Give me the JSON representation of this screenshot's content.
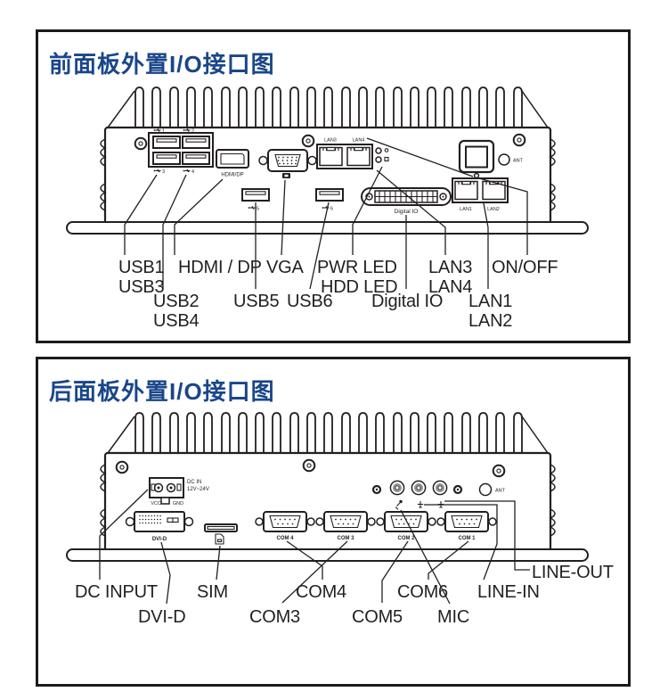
{
  "colors": {
    "title": "#19468a",
    "ink": "#231f20",
    "jack_ring": "#919396"
  },
  "front": {
    "title": "前面板外置I/O接口图",
    "silkscreen": {
      "usb1": "1",
      "usb2": "2",
      "usb3": "3",
      "usb4": "4",
      "hdmi": "HDMI/DP",
      "usb5": "5",
      "usb6": "6",
      "lan3": "LAN3",
      "lan4": "LAN4",
      "digital_io": "Digital IO",
      "ant": "ANT",
      "lan1": "LAN1",
      "lan2": "LAN2"
    },
    "callouts": {
      "usb13_line1": "USB1",
      "usb13_line2": "USB3",
      "usb24_line1": "USB2",
      "usb24_line2": "USB4",
      "hdmi": "HDMI / DP",
      "vga": "VGA",
      "pwr_led": "PWR LED",
      "hdd_led": "HDD LED",
      "lan34_line1": "LAN3",
      "lan34_line2": "LAN4",
      "onoff": "ON/OFF",
      "usb5": "USB5",
      "usb6": "USB6",
      "digital_io": "Digital IO",
      "lan12_line1": "LAN1",
      "lan12_line2": "LAN2"
    }
  },
  "rear": {
    "title": "后面板外置I/O接口图",
    "silkscreen": {
      "dc_in_line1": "DC IN",
      "dc_in_line2": "12V~24V",
      "vcc": "VCC",
      "gnd": "GND",
      "dvi": "DVI-D",
      "com4": "COM 4",
      "com3": "COM 3",
      "com2": "COM 2",
      "com1": "COM 1",
      "ant": "ANT"
    },
    "callouts": {
      "dc_input": "DC INPUT",
      "dvi": "DVI-D",
      "sim": "SIM",
      "com4": "COM4",
      "com3": "COM3",
      "com5": "COM5",
      "com6": "COM6",
      "mic": "MIC",
      "line_in": "LINE-IN",
      "line_out": "LINE-OUT"
    }
  }
}
